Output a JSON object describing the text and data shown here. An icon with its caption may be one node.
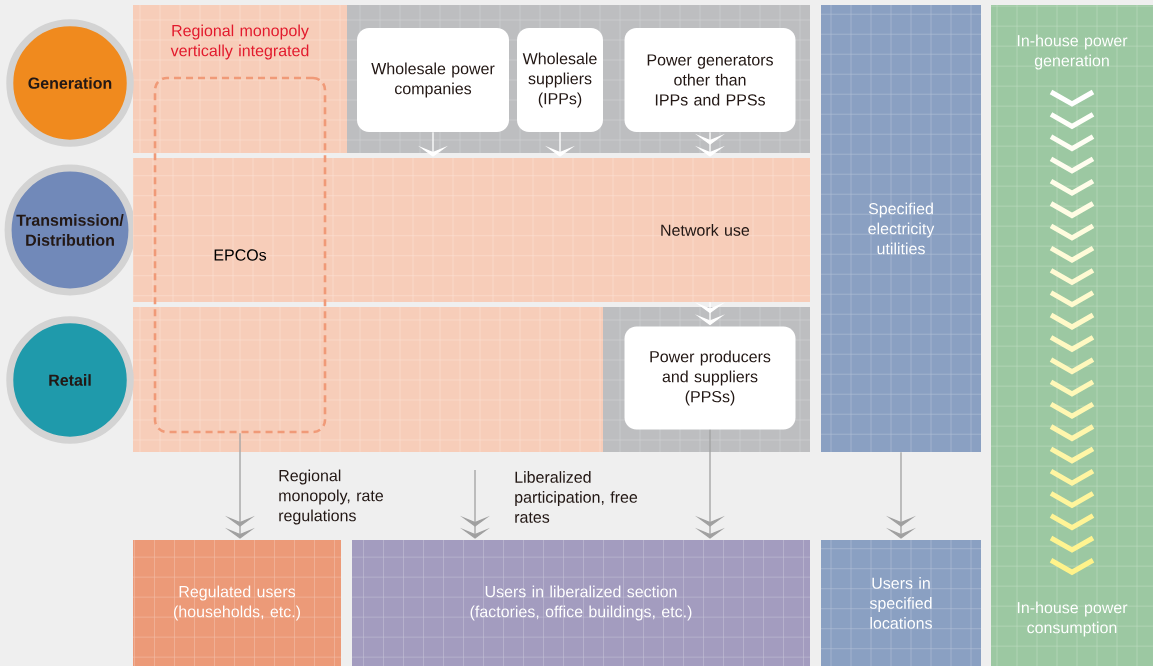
{
  "diagram": {
    "nodes": [
      {
        "text": [
          "Generation"
        ]
      },
      {
        "text": [
          "Transmission/ Distribution"
        ]
      },
      {
        "text": [
          "Retail"
        ]
      },
      {
        "text": [
          "Regional monopoly vertically integrated",
          "EPCOs"
        ]
      },
      {
        "text": [
          "Wholesale power companies"
        ]
      },
      {
        "text": [
          "Wholesale suppliers (IPPs)"
        ]
      },
      {
        "text": [
          "Power generators other than IPPs and PPSs"
        ]
      },
      {
        "text": [
          "Network use"
        ]
      },
      {
        "text": [
          "Power producers and suppliers (PPSs)"
        ]
      },
      {
        "text": [
          "Specified electricity utilities"
        ]
      },
      {
        "text": [
          "In-house power generation",
          "In-house power consumption"
        ]
      },
      {
        "text": [
          "Regulated users (households, etc.)"
        ]
      },
      {
        "text": [
          "Users in liberalized section (factories, office buildings, etc.)"
        ]
      },
      {
        "text": [
          "Users in specified locations"
        ]
      }
    ],
    "edges": [
      {
        "from": 4,
        "to": 7,
        "arrow": "to",
        "color": "#ffffff"
      },
      {
        "from": 5,
        "to": 7,
        "arrow": "to",
        "color": "#ffffff"
      },
      {
        "from": 6,
        "to": 7,
        "arrow": "to",
        "color": "#ffffff"
      },
      {
        "from": 7,
        "to": 8,
        "arrow": "to",
        "color": "#ffffff"
      },
      {
        "from": 3,
        "to": 11,
        "arrow": "to",
        "label": "Regional monopoly, rate regulations",
        "color": "#a0a0a0"
      },
      {
        "from": null,
        "to": 12,
        "arrow": "to",
        "label": "Liberalized participation, free rates",
        "color": "#a0a0a0"
      },
      {
        "from": 8,
        "to": 12,
        "arrow": "to",
        "color": "#a0a0a0"
      },
      {
        "from": 9,
        "to": 13,
        "arrow": "to",
        "color": "#a0a0a0"
      }
    ]
  }
}
